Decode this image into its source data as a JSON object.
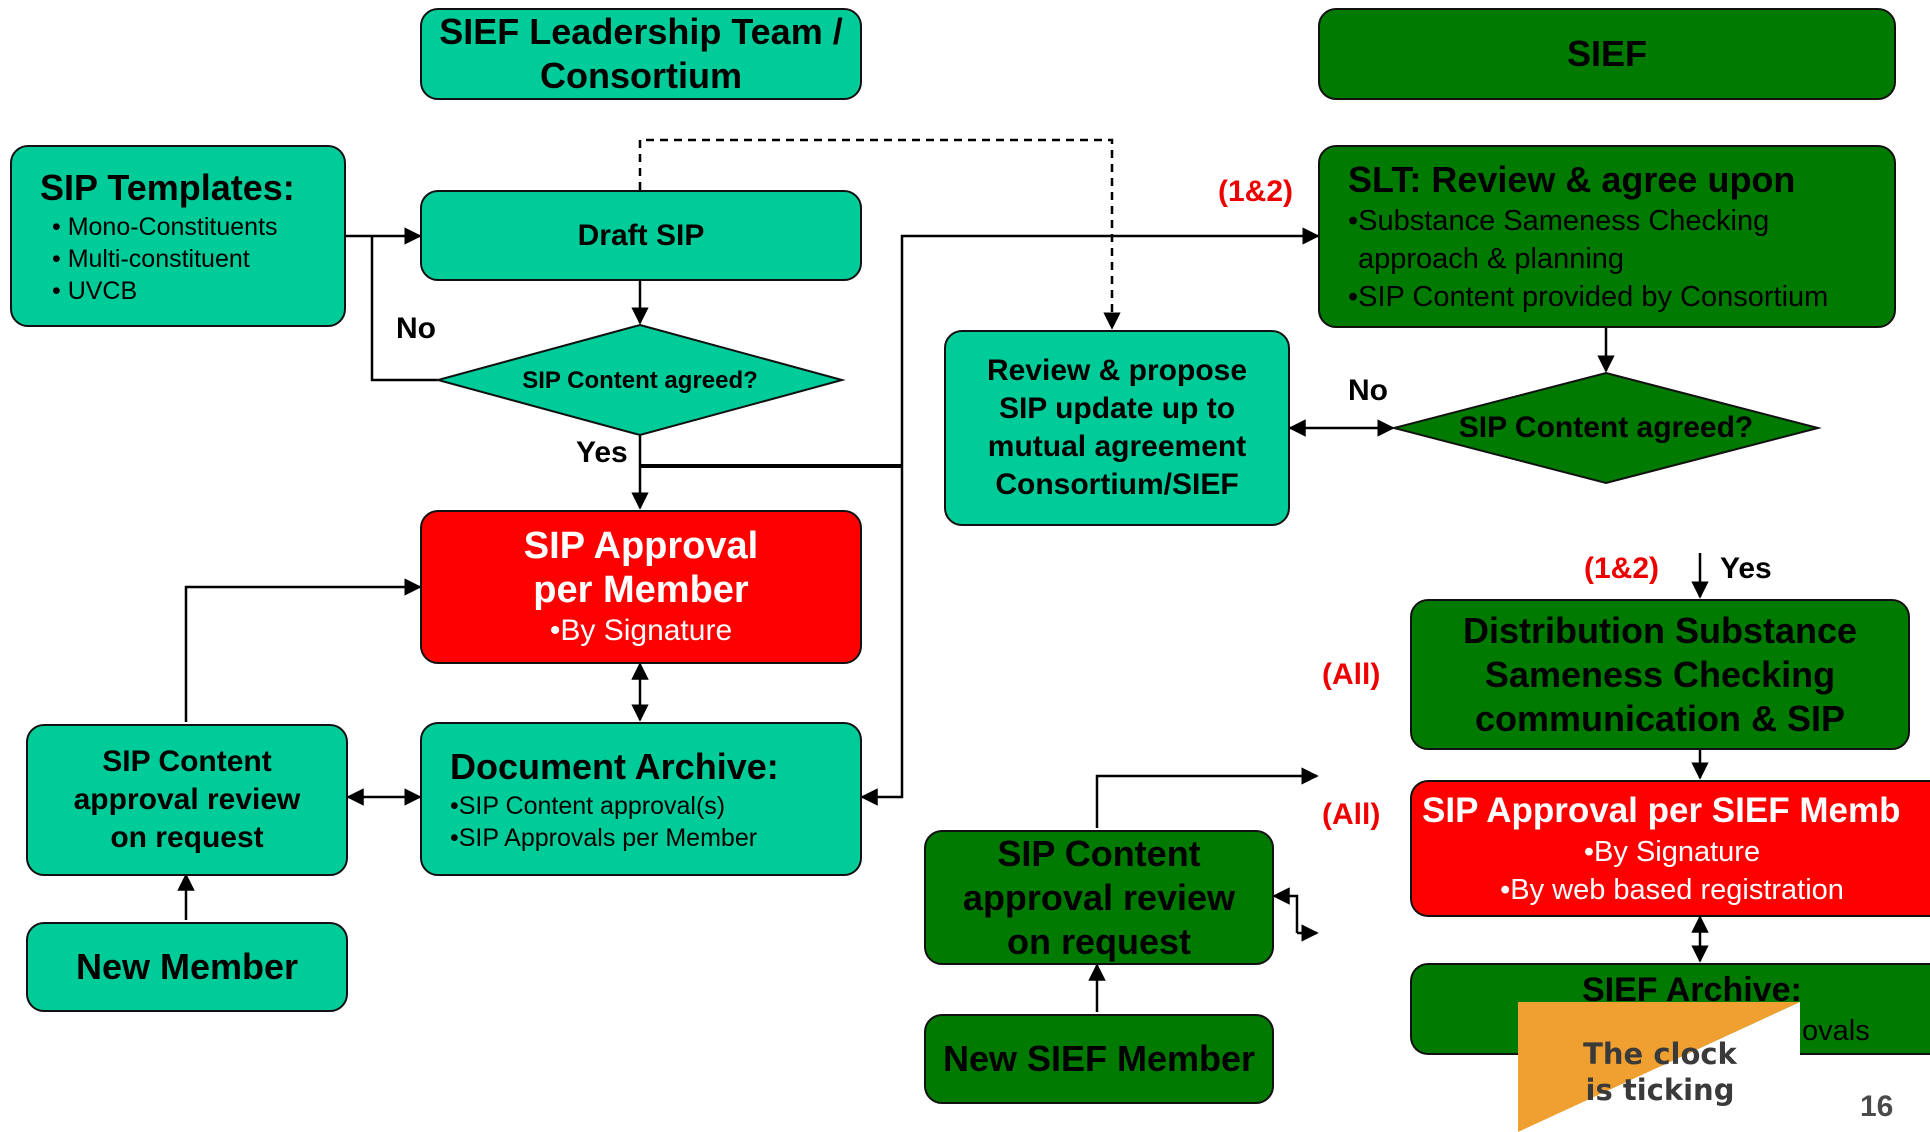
{
  "headers": {
    "consortium": "SIEF Leadership Team / Consortium",
    "sief": "SIEF"
  },
  "left": {
    "templates": {
      "title": "SIP Templates:",
      "items": [
        "• Mono-Constituents",
        "• Multi-constituent",
        "• UVCB"
      ]
    },
    "draft": "Draft SIP",
    "decision": "SIP Content agreed?",
    "no_label": "No",
    "yes_label": "Yes",
    "approval": {
      "line1": "SIP Approval",
      "line2": "per Member",
      "bullet": "•By Signature"
    },
    "archive": {
      "title": "Document Archive:",
      "items": [
        "•SIP Content approval(s)",
        "•SIP Approvals per Member"
      ]
    },
    "review_on_request": {
      "line1": "SIP Content",
      "line2": "approval review",
      "line3": "on request"
    },
    "new_member": "New Member"
  },
  "middle": {
    "review_propose": {
      "line1": "Review & propose",
      "line2": "SIP update up to",
      "line3": "mutual agreement",
      "line4": "Consortium/SIEF"
    }
  },
  "right": {
    "slt": {
      "title": "SLT: Review & agree upon",
      "items": [
        "•Substance Sameness Checking",
        "approach & planning",
        "•SIP Content provided by Consortium"
      ]
    },
    "decision": "SIP Content agreed?",
    "no_label": "No",
    "yes_label": "Yes",
    "tag_12_top": "(1&2)",
    "tag_12_mid": "(1&2)",
    "tag_all_1": "(All)",
    "tag_all_2": "(All)",
    "distribution": {
      "line1": "Distribution Substance",
      "line2": "Sameness Checking",
      "line3": "communication & SIP"
    },
    "approval": {
      "title": "SIP Approval per SIEF Memb",
      "items": [
        "•By Signature",
        "•By web based registration"
      ]
    },
    "archive": {
      "title": "SIEF Archive:",
      "partial": "ovals"
    },
    "review_on_request": {
      "line1": "SIP Content",
      "line2": "approval review",
      "line3": "on request"
    },
    "new_member": "New SIEF Member"
  },
  "sticker": {
    "line1": "The clock",
    "line2": "is ticking"
  },
  "page_number": "16",
  "colors": {
    "teal": "#00cc99",
    "dark_green": "#007a00",
    "red": "#ff0000",
    "tag_red": "#ee0000",
    "sticker_orange": "#f0a030"
  }
}
